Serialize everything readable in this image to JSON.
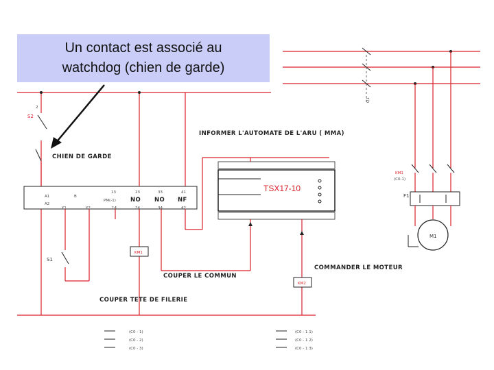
{
  "callout": {
    "text": "Un contact est associé au\nwatchdog (chien de garde)",
    "background": "#c9cdf7"
  },
  "colors": {
    "wire": "#d9202a",
    "ink": "#222222"
  },
  "labels": {
    "chien_de_garde": "CHIEN DE GARDE",
    "informer": "INFORMER L'AUTOMATE DE L'ARU ( MMA)",
    "plc": "TSX17-10",
    "commander": "COMMANDER LE MOTEUR",
    "couper_commun": "COUPER LE COMMUN",
    "couper_tete": "COUPER TETE DE FILERIE",
    "relay_no1": "NO",
    "relay_no2": "NO",
    "relay_nf": "NF",
    "relay_top": [
      "13",
      "23",
      "33",
      "41"
    ],
    "relay_top_left": [
      "A1",
      "B"
    ],
    "relay_bottom": [
      "Y1",
      "Y2",
      "14",
      "24",
      "34",
      "42"
    ],
    "relay_a2": "A2",
    "relay_pm": "PM(-1)",
    "s1": "S1",
    "s2": "S2",
    "km1_coil": "KM1",
    "km2_coil": "KM2",
    "km_q": "KM1",
    "km_q_sub": "(C0-1)",
    "f1": "F1",
    "m1": "M1",
    "left_refs": [
      "(C0 - 1)",
      "(C0 - 2)",
      "(C0 - 3)"
    ],
    "right_refs": [
      "(C0 - 1 1)",
      "(C0 - 1 2)",
      "(C0 - 1 3)"
    ]
  }
}
